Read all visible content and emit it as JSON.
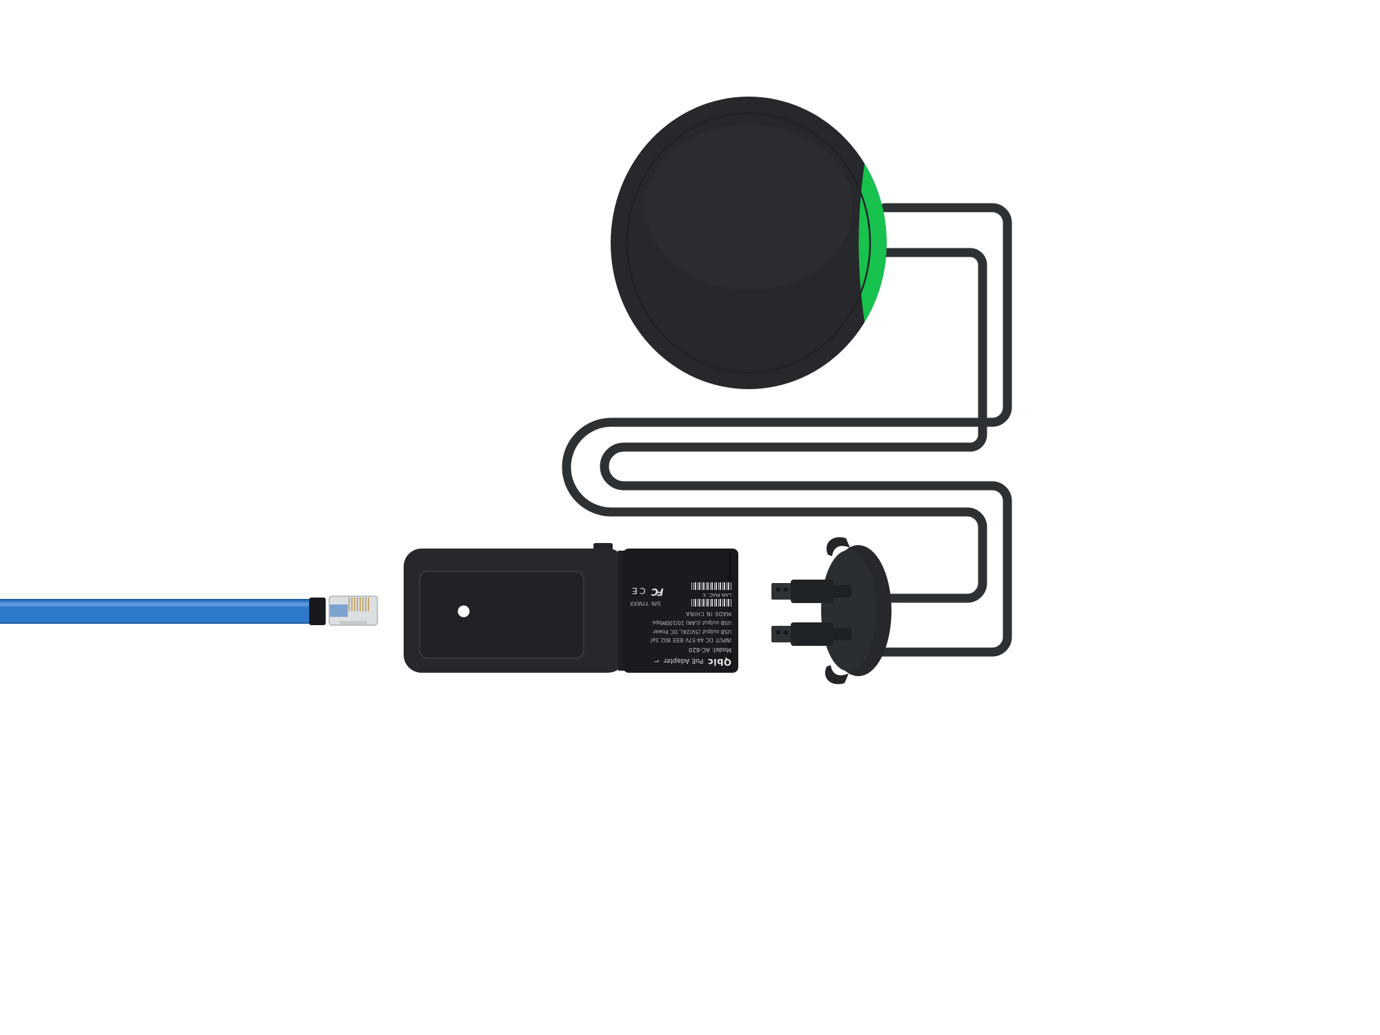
{
  "scene": {
    "background": "#ffffff"
  },
  "colors": {
    "device_body": "#26282b",
    "accent_green": "#17c24e",
    "cable": "#2e3134",
    "adapter_body": "#232528",
    "label_block": "#191b1e",
    "ethernet_blue": "#2e79cc",
    "pin_gold": "#bd9a55",
    "led_hole_white": "#ffffff"
  },
  "adapter_label": {
    "brand": "Qbic",
    "product": "PoE Adapter",
    "model": "Model: AC-620",
    "input": "INPUT: DC 44-57V IEEE 802.3af",
    "usb_power": "USB output (5V/2A), DC Power",
    "usb_lan": "USB output (LAN) 10/100Mbps",
    "made_in": "MADE IN CHINA",
    "serial": "S/N: YYWXX",
    "lan_mac": "LAN MAC: X",
    "fcc_mark": "FC",
    "ce_mark": "CE",
    "corner_mark": "⌐"
  }
}
